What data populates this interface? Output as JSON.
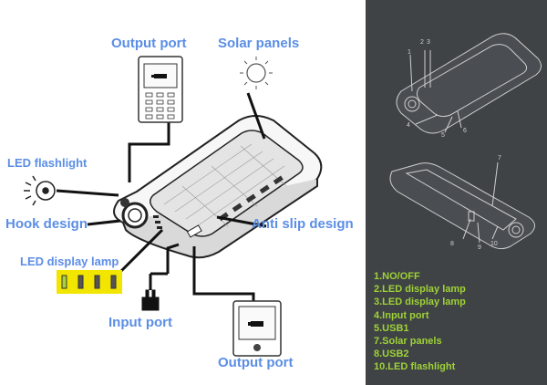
{
  "labels": {
    "output_port_top": "Output port",
    "solar_panels": "Solar panels",
    "led_flashlight": "LED flashlight",
    "hook_design": "Hook design",
    "anti_slip_design": "Anti slip design",
    "led_display_lamp": "LED display lamp",
    "input_port": "Input port",
    "output_port_bottom": "Output port"
  },
  "legend": [
    "1.NO/OFF",
    "2.LED display lamp",
    "3.LED display lamp",
    "4.Input port",
    "5.USB1",
    "7.Solar panels",
    "8.USB2",
    "10.LED flashlight"
  ],
  "callout_numbers": [
    "1",
    "2",
    "3",
    "4",
    "5",
    "6",
    "7",
    "8",
    "9",
    "10"
  ],
  "colors": {
    "label_blue": "#5b8ee6",
    "legend_green": "#9fd236",
    "panel_dark": "#3f4346",
    "led_yellow": "#f2e600"
  }
}
